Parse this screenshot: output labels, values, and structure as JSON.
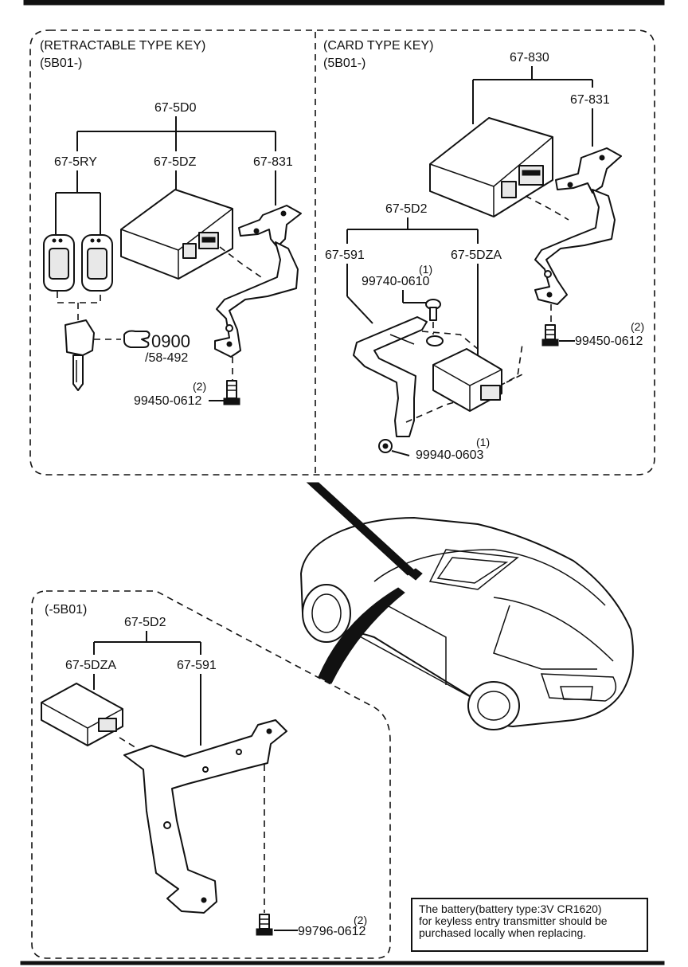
{
  "left_panel": {
    "heading": "(RETRACTABLE TYPE KEY)",
    "subheading": "(5B01-)",
    "parts": {
      "set": "67-5D0",
      "key": "67-5RY",
      "module": "67-5DZ",
      "bracket": "67-831",
      "bolt": "99450-0612",
      "bolt_qty": "(2)",
      "key_ref_code": "0900",
      "key_ref_page": "/58-492"
    }
  },
  "right_panel": {
    "heading": "(CARD TYPE KEY)",
    "subheading": "(5B01-)",
    "parts": {
      "set_top": "67-830",
      "bracket_top": "67-831",
      "set_mid": "67-5D2",
      "bracket": "67-591",
      "module": "67-5DZA",
      "screw": "99740-0610",
      "screw_qty": "(1)",
      "bolt": "99450-0612",
      "bolt_qty": "(2)",
      "nut": "99940-0603",
      "nut_qty": "(1)"
    }
  },
  "bottom_panel": {
    "heading": "(-5B01)",
    "parts": {
      "set": "67-5D2",
      "module": "67-5DZA",
      "bracket": "67-591",
      "bolt": "99796-0612",
      "bolt_qty": "(2)"
    }
  },
  "note": {
    "line1": "The battery(battery type:3V CR1620)",
    "line2": "for keyless entry transmitter should be",
    "line3": "purchased locally when replacing."
  }
}
